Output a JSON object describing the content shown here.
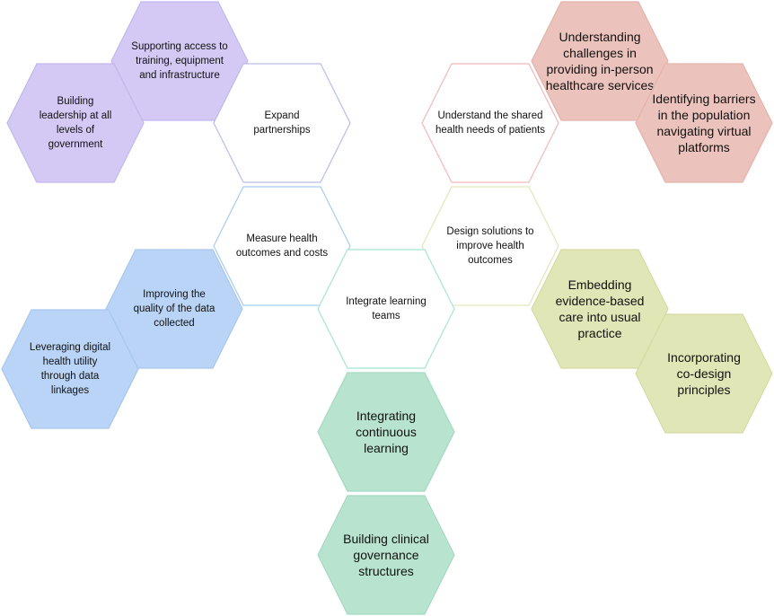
{
  "colors": {
    "purple_fill": "#d4c8f4",
    "purple_stroke": "#c3b6ec",
    "rose_fill": "#ecc3bc",
    "rose_stroke": "#e3b3aa",
    "blue_fill": "#b9d4f7",
    "blue_stroke": "#a7c6ef",
    "lime_fill": "#e0e6b6",
    "lime_stroke": "#d3dba1",
    "mint_fill": "#b8e3cf",
    "mint_stroke": "#a5d9c2",
    "outline_lavender": "#bcbcec",
    "outline_rose": "#f0b8b8",
    "outline_sky": "#a8cdef",
    "outline_khaki": "#e2e6b8",
    "outline_aqua": "#a8e3d4"
  },
  "nodes": {
    "supporting_access": "Supporting access to training, equipment and infrastructure",
    "building_leadership": "Building leadership at all levels of government",
    "expand_partnerships": "Expand partnerships",
    "understanding_challenges": "Understanding challenges in providing in-person healthcare services",
    "understand_shared_needs": "Understand the shared health needs of patients",
    "identifying_barriers": "Identifying barriers in the population navigating virtual platforms",
    "measure_outcomes": "Measure health outcomes and costs",
    "design_solutions": "Design solutions to improve health outcomes",
    "improving_quality": "Improving the quality of the data collected",
    "integrate_teams": "Integrate learning teams",
    "embedding_evidence": "Embedding evidence-based care into usual practice",
    "leveraging_digital": "Leveraging digital health utility through data linkages",
    "incorporating_codesign": "Incorporating co-design principles",
    "integrating_learning": "Integrating continuous learning",
    "building_governance": "Building clinical governance structures"
  }
}
